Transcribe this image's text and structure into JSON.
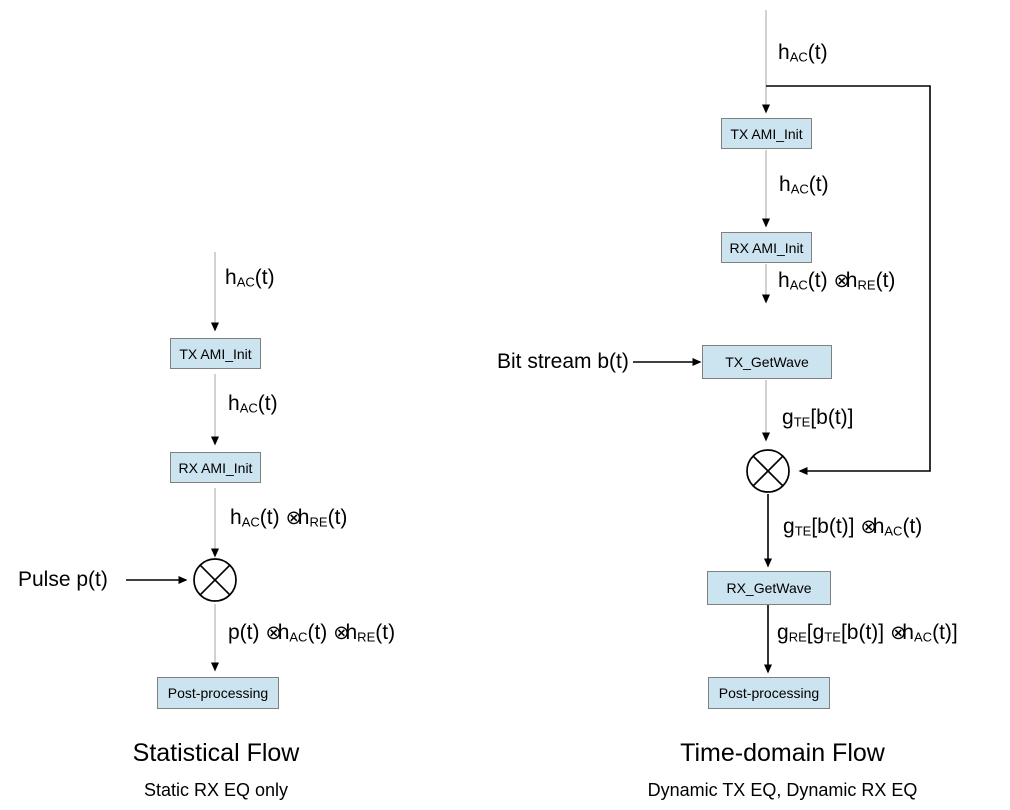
{
  "diagram": {
    "title_left": "Statistical Flow",
    "subtitle_left": "Static RX EQ only",
    "title_right": "Time-domain Flow",
    "subtitle_right": "Dynamic TX EQ, Dynamic RX EQ",
    "box_fill": "#cce3f0",
    "box_border": "#808080",
    "wire_gray": "#b3b3b3",
    "wire_black": "#000000"
  },
  "statistical_flow": {
    "nodes": [
      {
        "id": "tx-ami-init",
        "label": "TX AMI_Init"
      },
      {
        "id": "rx-ami-init",
        "label": "RX AMI_Init"
      },
      {
        "id": "post-processing",
        "label": "Post-processing"
      }
    ],
    "operators": [
      {
        "id": "convolution-multiplier",
        "symbol": "circle-x"
      }
    ],
    "edge_labels": [
      {
        "id": "input-hac",
        "text": "h",
        "sub": "AC",
        "tail": "(t)"
      },
      {
        "id": "tx-to-rx-hac",
        "text": "h",
        "sub": "AC",
        "tail": "(t)"
      },
      {
        "id": "rx-to-mult",
        "text": "h",
        "sub": "AC",
        "tail": "(t)",
        "conv": "⊗",
        "text2": "h",
        "sub2": "RE",
        "tail2": "(t)"
      },
      {
        "id": "mult-to-post",
        "text": "p(t)",
        "conv": "⊗",
        "text2": "h",
        "sub2": "AC",
        "tail2": "(t)",
        "conv2": "⊗",
        "text3": "h",
        "sub3": "RE",
        "tail3": "(t)"
      }
    ],
    "external_inputs": [
      {
        "id": "pulse-input",
        "label": "Pulse p(t)"
      }
    ]
  },
  "time_domain_flow": {
    "nodes": [
      {
        "id": "tx-ami-init",
        "label": "TX AMI_Init"
      },
      {
        "id": "rx-ami-init",
        "label": "RX AMI_Init"
      },
      {
        "id": "tx-getwave",
        "label": "TX_GetWave"
      },
      {
        "id": "rx-getwave",
        "label": "RX_GetWave"
      },
      {
        "id": "post-processing",
        "label": "Post-processing"
      }
    ],
    "operators": [
      {
        "id": "convolution-multiplier",
        "symbol": "circle-x"
      }
    ],
    "edge_labels": [
      {
        "id": "input-hac",
        "text": "h",
        "sub": "AC",
        "tail": "(t)"
      },
      {
        "id": "tx-to-rx-hac",
        "text": "h",
        "sub": "AC",
        "tail": "(t)"
      },
      {
        "id": "rx-out",
        "text": "h",
        "sub": "AC",
        "tail": "(t)",
        "conv": "⊗",
        "text2": "h",
        "sub2": "RE",
        "tail2": "(t)"
      },
      {
        "id": "txgw-to-mult",
        "text": "g",
        "sub": "TE",
        "tail": "[b(t)]"
      },
      {
        "id": "mult-to-rxgw",
        "text": "g",
        "sub": "TE",
        "tail": "[b(t)]",
        "conv": "⊗",
        "text2": "h",
        "sub2": "AC",
        "tail2": "(t)"
      },
      {
        "id": "rxgw-to-post",
        "text": "g",
        "sub": "RE",
        "tail": "[g",
        "sub2": "TE",
        "tail2": "[b(t)]",
        "conv": "⊗",
        "text3": "h",
        "sub3": "AC",
        "tail3": "(t)]"
      }
    ],
    "external_inputs": [
      {
        "id": "bit-stream-input",
        "label": "Bit stream b(t)"
      }
    ]
  }
}
